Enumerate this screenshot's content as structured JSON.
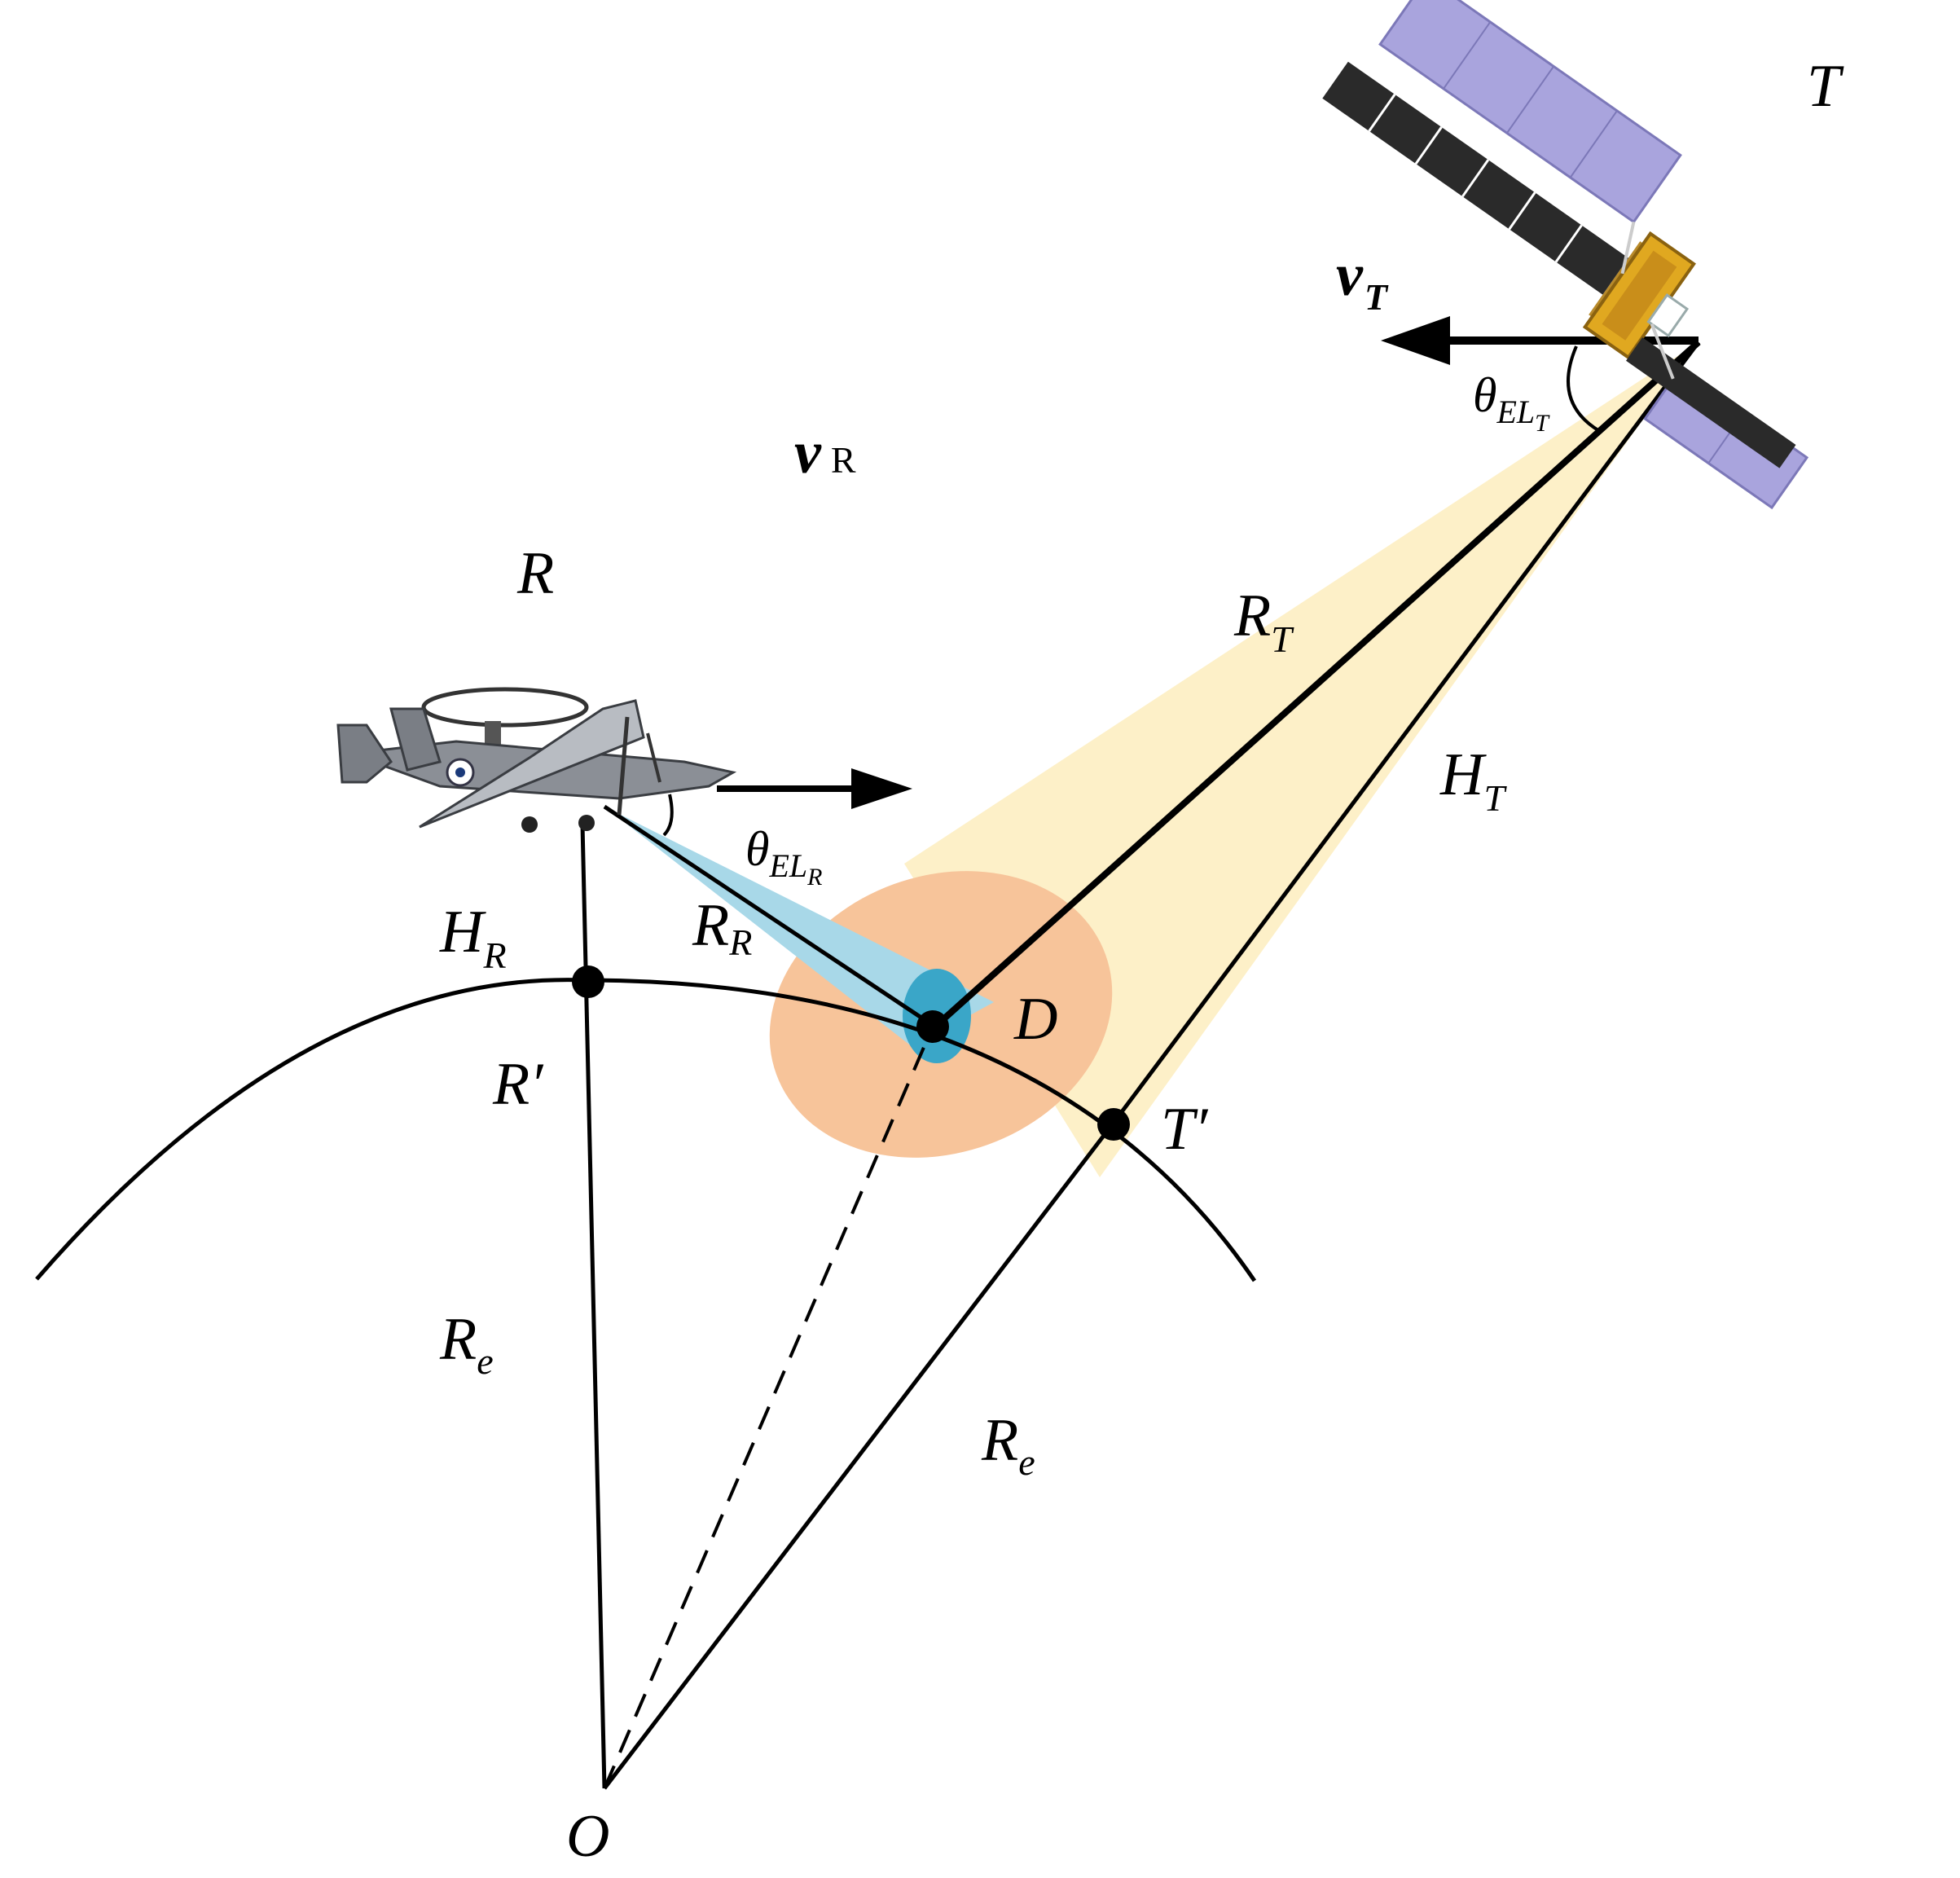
{
  "labels": {
    "transmitter": "T",
    "receiver": "R",
    "v_t": {
      "base": "v",
      "sub": "T"
    },
    "v_r": {
      "base": "v",
      "sub": "R"
    },
    "theta_el_t": {
      "base": "θ",
      "sub": "EL",
      "subsub": "T"
    },
    "theta_el_r": {
      "base": "θ",
      "sub": "EL",
      "subsub": "R"
    },
    "range_t": {
      "base": "R",
      "sub": "T"
    },
    "range_r": {
      "base": "R",
      "sub": "R"
    },
    "height_t": {
      "base": "H",
      "sub": "T"
    },
    "height_r": {
      "base": "H",
      "sub": "R"
    },
    "target_point": "D",
    "receiver_ground": "R′",
    "transmitter_ground": "T′",
    "earth_radius_left": {
      "base": "R",
      "sub": "e"
    },
    "earth_radius_right": {
      "base": "R",
      "sub": "e"
    },
    "earth_center": "O"
  },
  "colors": {
    "transmit_beam": "#fdf0c8",
    "receive_footprint": "#f7c49a",
    "receive_beam": "#a8d8e8",
    "target_spot": "#3aa6c8",
    "lines": "#000000"
  },
  "icons": {
    "satellite": "satellite-icon",
    "aircraft": "awacs-aircraft-icon"
  }
}
